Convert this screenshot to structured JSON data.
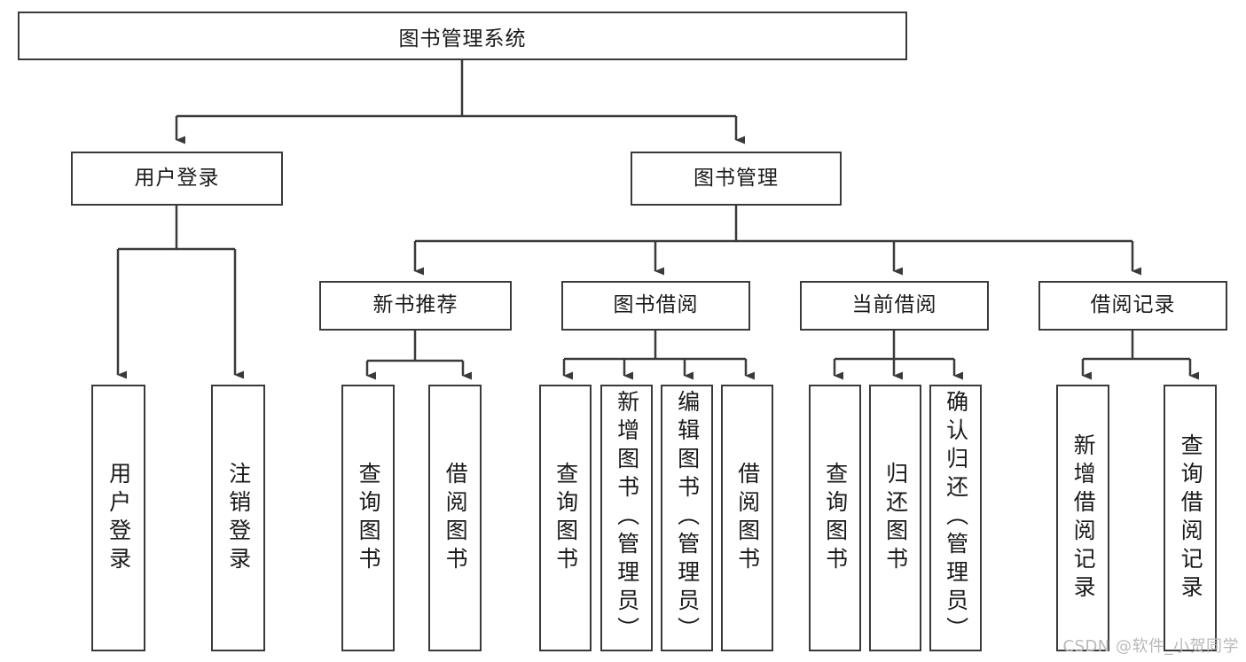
{
  "diagram": {
    "type": "tree-hierarchy",
    "title": "图书管理系统",
    "watermark": "CSDN @软件_小贺同学",
    "colors": {
      "border": "#3a3a3a",
      "background": "#ffffff",
      "text": "#1a1a1a",
      "watermark": "#b9b9b9"
    },
    "nodes": {
      "root": {
        "label": "图书管理系统",
        "level": 0,
        "orientation": "horizontal"
      },
      "level1": [
        {
          "id": "user-login",
          "label": "用户登录",
          "orientation": "horizontal"
        },
        {
          "id": "book-management",
          "label": "图书管理",
          "orientation": "horizontal"
        }
      ],
      "level2": [
        {
          "id": "new-book-recommend",
          "label": "新书推荐",
          "orientation": "horizontal",
          "parent": "book-management"
        },
        {
          "id": "book-borrow",
          "label": "图书借阅",
          "orientation": "horizontal",
          "parent": "book-management"
        },
        {
          "id": "current-borrow",
          "label": "当前借阅",
          "orientation": "horizontal",
          "parent": "book-management"
        },
        {
          "id": "borrow-record",
          "label": "借阅记录",
          "orientation": "horizontal",
          "parent": "book-management"
        }
      ],
      "leaves": [
        {
          "id": "leaf-user-login",
          "label": "用户登录",
          "orientation": "vertical",
          "parent": "user-login"
        },
        {
          "id": "leaf-user-logout",
          "label": "注销登录",
          "orientation": "vertical",
          "parent": "user-login"
        },
        {
          "id": "leaf-query-book-1",
          "label": "查询图书",
          "orientation": "vertical",
          "parent": "new-book-recommend"
        },
        {
          "id": "leaf-borrow-book-1",
          "label": "借阅图书",
          "orientation": "vertical",
          "parent": "new-book-recommend"
        },
        {
          "id": "leaf-query-book-2",
          "label": "查询图书",
          "orientation": "vertical",
          "parent": "book-borrow"
        },
        {
          "id": "leaf-add-book",
          "label": "新增图书（管理员）",
          "orientation": "vertical",
          "parent": "book-borrow"
        },
        {
          "id": "leaf-edit-book",
          "label": "编辑图书（管理员）",
          "orientation": "vertical",
          "parent": "book-borrow"
        },
        {
          "id": "leaf-borrow-book-2",
          "label": "借阅图书",
          "orientation": "vertical",
          "parent": "book-borrow"
        },
        {
          "id": "leaf-query-book-3",
          "label": "查询图书",
          "orientation": "vertical",
          "parent": "current-borrow"
        },
        {
          "id": "leaf-return-book",
          "label": "归还图书",
          "orientation": "vertical",
          "parent": "current-borrow"
        },
        {
          "id": "leaf-confirm-return",
          "label": "确认归还（管理员）",
          "orientation": "vertical",
          "parent": "current-borrow"
        },
        {
          "id": "leaf-add-record",
          "label": "新增借阅记录",
          "orientation": "vertical",
          "parent": "borrow-record"
        },
        {
          "id": "leaf-query-record",
          "label": "查询借阅记录",
          "orientation": "vertical",
          "parent": "borrow-record"
        }
      ]
    }
  }
}
